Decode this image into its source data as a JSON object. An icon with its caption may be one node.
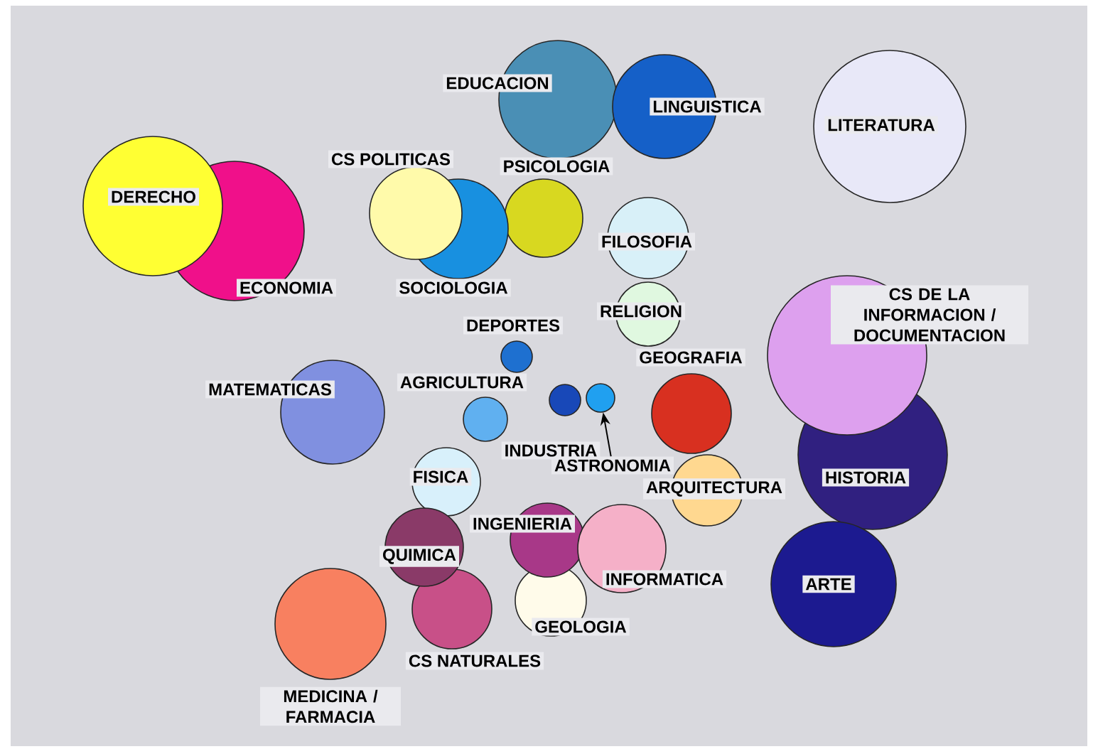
{
  "diagram": {
    "nodes": [
      {
        "text": [
          "EDUCACION"
        ]
      },
      {
        "text": [
          "LINGUISTICA"
        ]
      },
      {
        "text": [
          "LITERATURA"
        ]
      },
      {
        "text": [
          "CS POLITICAS"
        ]
      },
      {
        "text": [
          "DERECHO"
        ]
      },
      {
        "text": [
          "PSICOLOGIA"
        ]
      },
      {
        "text": [
          "FILOSOFIA"
        ]
      },
      {
        "text": [
          "ECONOMIA"
        ]
      },
      {
        "text": [
          "SOCIOLOGIA"
        ]
      },
      {
        "text": [
          "CS DE LA INFORMACION / DOCUMENTACION"
        ]
      },
      {
        "text": [
          "RELIGION"
        ]
      },
      {
        "text": [
          "DEPORTES"
        ]
      },
      {
        "text": [
          "GEOGRAFIA"
        ]
      },
      {
        "text": [
          "MATEMATICAS"
        ]
      },
      {
        "text": [
          "AGRICULTURA"
        ]
      },
      {
        "text": [
          "INDUSTRIA"
        ]
      },
      {
        "text": [],
        "shape": "circle"
      },
      {
        "text": [
          "ASTRONOMIA"
        ]
      },
      {
        "text": [
          "FISICA"
        ]
      },
      {
        "text": [
          "ARQUITECTURA"
        ]
      },
      {
        "text": [
          "HISTORIA"
        ]
      },
      {
        "text": [
          "INGENIERIA"
        ]
      },
      {
        "text": [
          "QUIMICA"
        ]
      },
      {
        "text": [
          "INFORMATICA"
        ]
      },
      {
        "text": [
          "ARTE"
        ]
      },
      {
        "text": [
          "GEOLOGIA"
        ]
      },
      {
        "text": [
          "CS NATURALES"
        ]
      },
      {
        "text": [
          "MEDICINA / FARMACIA"
        ]
      }
    ],
    "edges": [
      {
        "from": 17,
        "to": 16,
        "arrow": "to"
      }
    ]
  }
}
